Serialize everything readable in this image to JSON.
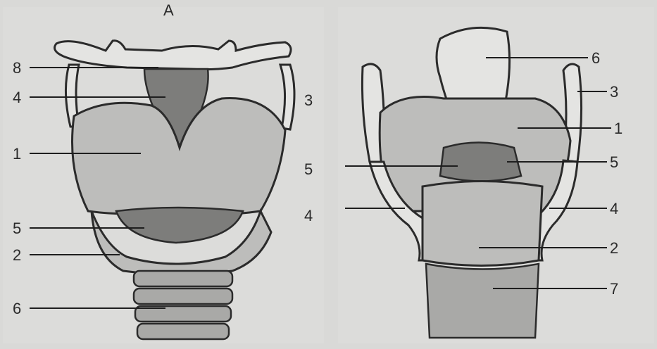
{
  "top_mark": "A",
  "left_figure": {
    "labels": [
      "8",
      "4",
      "3",
      "1",
      "5",
      "5",
      "2",
      "6",
      "4"
    ]
  },
  "right_figure": {
    "labels": [
      "6",
      "3",
      "1",
      "5",
      "4",
      "2",
      "7"
    ]
  },
  "colors": {
    "paper": "#d9d9d7",
    "ink": "#2b2b2b",
    "light_tissue": "#e4e4e2",
    "mid_tissue": "#bdbdbb",
    "dark_tissue": "#7d7d7b"
  }
}
